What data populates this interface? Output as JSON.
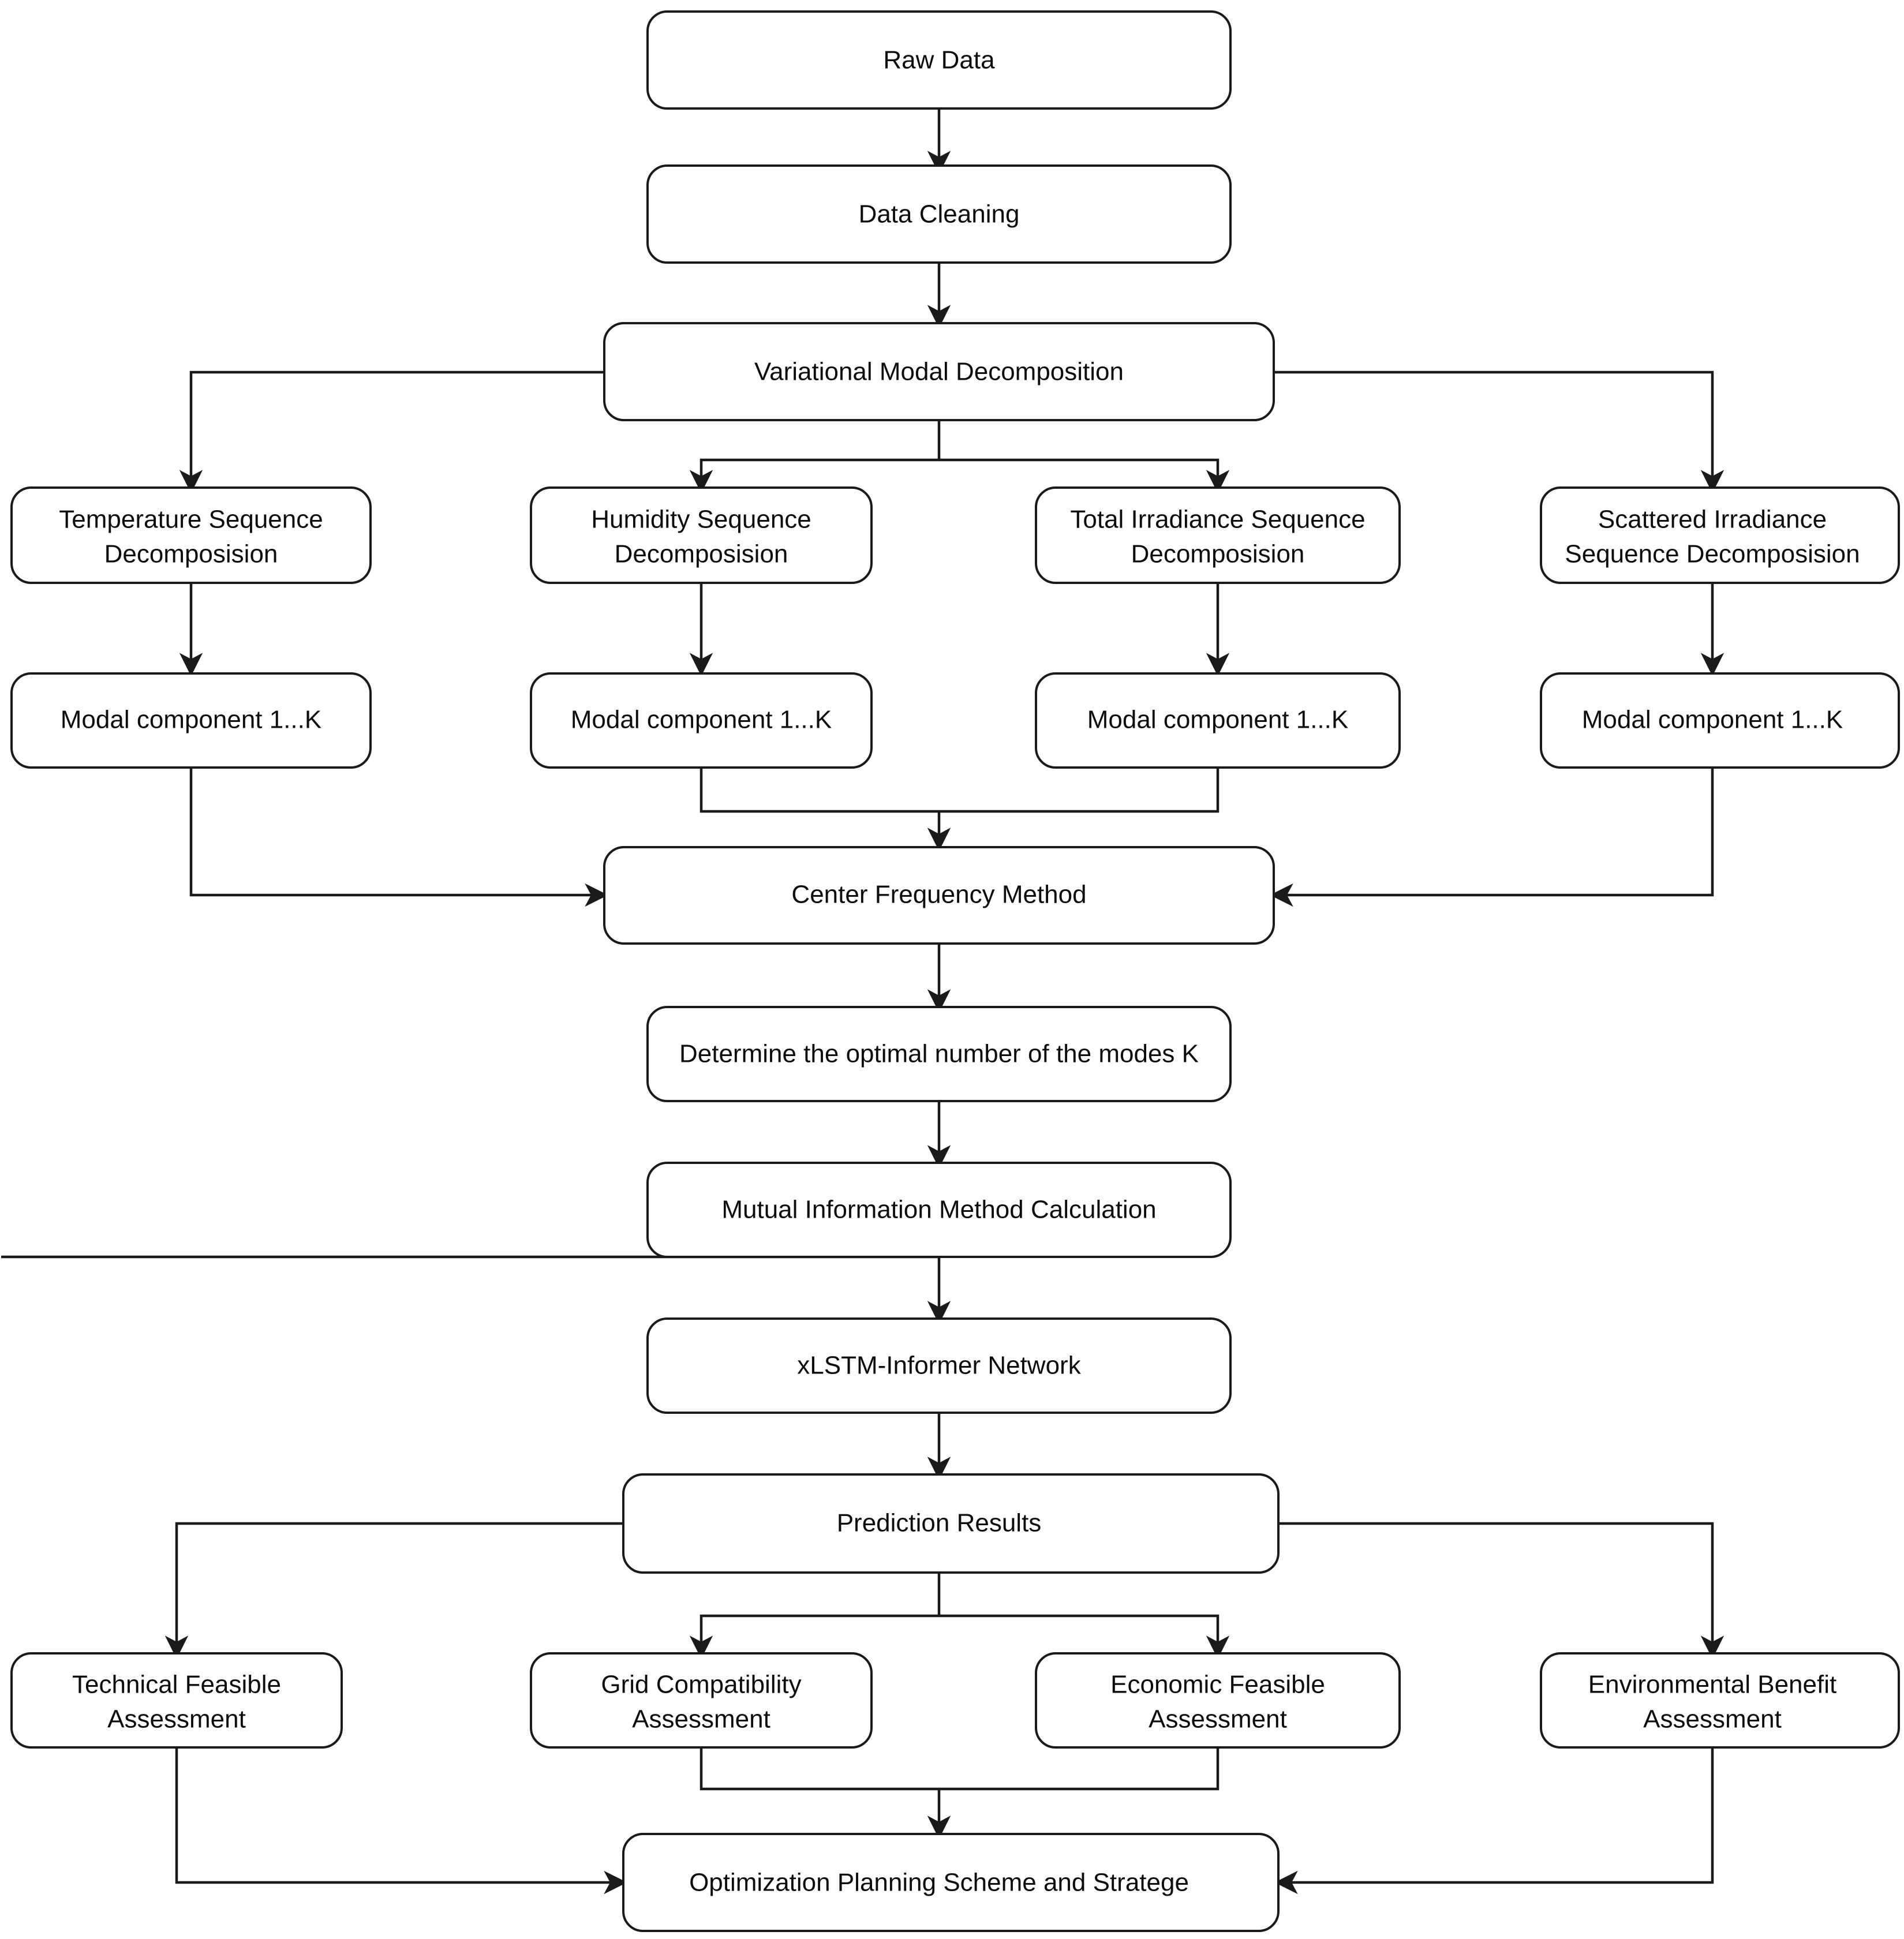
{
  "diagram": {
    "title": "Solar Forecasting Methodology Flowchart",
    "type": "flowchart",
    "orientation": "top-to-bottom",
    "style": {
      "node_fill": "#ffffff",
      "node_stroke": "#1a1a1a",
      "text_color": "#0d0d0d",
      "edge_color": "#1a1a1a",
      "background": "#ffffff"
    },
    "nodes": [
      {
        "id": "raw_data",
        "label": "Raw Data"
      },
      {
        "id": "data_cleaning",
        "label": "Data Cleaning"
      },
      {
        "id": "vmd",
        "label": "Variational Modal Decomposition"
      },
      {
        "id": "temp_decomp",
        "label_line1": "Temperature Sequence",
        "label_line2": "Decomposision"
      },
      {
        "id": "humidity_decomp",
        "label_line1": "Humidity Sequence",
        "label_line2": "Decomposision"
      },
      {
        "id": "total_irr_decomp",
        "label_line1": "Total Irradiance Sequence",
        "label_line2": "Decomposision"
      },
      {
        "id": "scatter_irr_decomp",
        "label_line1": "Scattered Irradiance",
        "label_line2": "Sequence Decomposision"
      },
      {
        "id": "modal_1",
        "label": "Modal component 1...K"
      },
      {
        "id": "modal_2",
        "label": "Modal component 1...K"
      },
      {
        "id": "modal_3",
        "label": "Modal component 1...K"
      },
      {
        "id": "modal_4",
        "label": "Modal component 1...K"
      },
      {
        "id": "center_freq",
        "label": "Center Frequency Method"
      },
      {
        "id": "optimal_k",
        "label": "Determine the optimal number of the modes K"
      },
      {
        "id": "mutual_info",
        "label": "Mutual Information Method Calculation"
      },
      {
        "id": "xlstm_informer",
        "label": "xLSTM-Informer Network"
      },
      {
        "id": "prediction_results",
        "label": "Prediction Results"
      },
      {
        "id": "technical_assess",
        "label_line1": "Technical Feasible",
        "label_line2": "Assessment"
      },
      {
        "id": "grid_assess",
        "label_line1": "Grid Compatibility",
        "label_line2": "Assessment"
      },
      {
        "id": "economic_assess",
        "label_line1": "Economic Feasible",
        "label_line2": "Assessment"
      },
      {
        "id": "environmental_assess",
        "label_line1": "Environmental Benefit",
        "label_line2": "Assessment"
      },
      {
        "id": "optimization_plan",
        "label": "Optimization Planning Scheme and Stratege"
      }
    ],
    "edges": [
      {
        "from": "raw_data",
        "to": "data_cleaning"
      },
      {
        "from": "data_cleaning",
        "to": "vmd"
      },
      {
        "from": "vmd",
        "to": "temp_decomp"
      },
      {
        "from": "vmd",
        "to": "humidity_decomp"
      },
      {
        "from": "vmd",
        "to": "total_irr_decomp"
      },
      {
        "from": "vmd",
        "to": "scatter_irr_decomp"
      },
      {
        "from": "temp_decomp",
        "to": "modal_1"
      },
      {
        "from": "humidity_decomp",
        "to": "modal_2"
      },
      {
        "from": "total_irr_decomp",
        "to": "modal_3"
      },
      {
        "from": "scatter_irr_decomp",
        "to": "modal_4"
      },
      {
        "from": "modal_1",
        "to": "center_freq"
      },
      {
        "from": "modal_2",
        "to": "center_freq"
      },
      {
        "from": "modal_3",
        "to": "center_freq"
      },
      {
        "from": "modal_4",
        "to": "center_freq"
      },
      {
        "from": "center_freq",
        "to": "optimal_k"
      },
      {
        "from": "optimal_k",
        "to": "mutual_info"
      },
      {
        "from": "mutual_info",
        "to": "xlstm_informer"
      },
      {
        "from": "xlstm_informer",
        "to": "prediction_results"
      },
      {
        "from": "prediction_results",
        "to": "technical_assess"
      },
      {
        "from": "prediction_results",
        "to": "grid_assess"
      },
      {
        "from": "prediction_results",
        "to": "economic_assess"
      },
      {
        "from": "prediction_results",
        "to": "environmental_assess"
      },
      {
        "from": "technical_assess",
        "to": "optimization_plan"
      },
      {
        "from": "grid_assess",
        "to": "optimization_plan"
      },
      {
        "from": "economic_assess",
        "to": "optimization_plan"
      },
      {
        "from": "environmental_assess",
        "to": "optimization_plan"
      }
    ]
  }
}
